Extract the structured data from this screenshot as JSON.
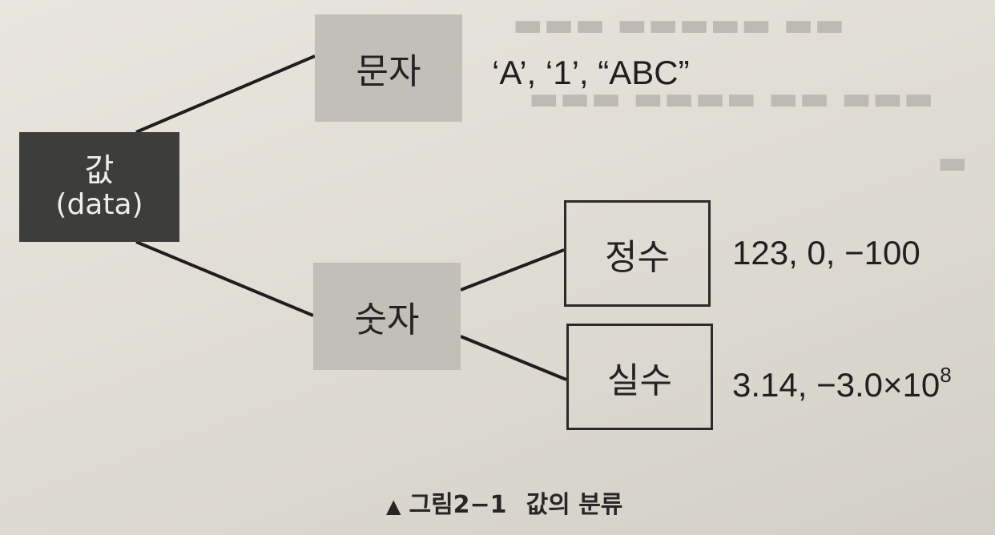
{
  "diagram": {
    "root": {
      "line1": "값",
      "line2": "(data)"
    },
    "char": {
      "label": "문자",
      "example": "‘A’, ‘1’, “ABC”"
    },
    "number": {
      "label": "숫자"
    },
    "integer": {
      "label": "정수",
      "example": "123, 0, −100"
    },
    "real": {
      "label": "실수",
      "example_base": "3.14, −3.0×10",
      "example_exp": "8"
    }
  },
  "caption": {
    "marker": "▲",
    "figure_label": "그림2−1",
    "title": "값의 분류"
  },
  "colors": {
    "root_fill": "#3d3d3b",
    "category_fill": "#c2bfb8",
    "line": "#1e1e1e"
  }
}
